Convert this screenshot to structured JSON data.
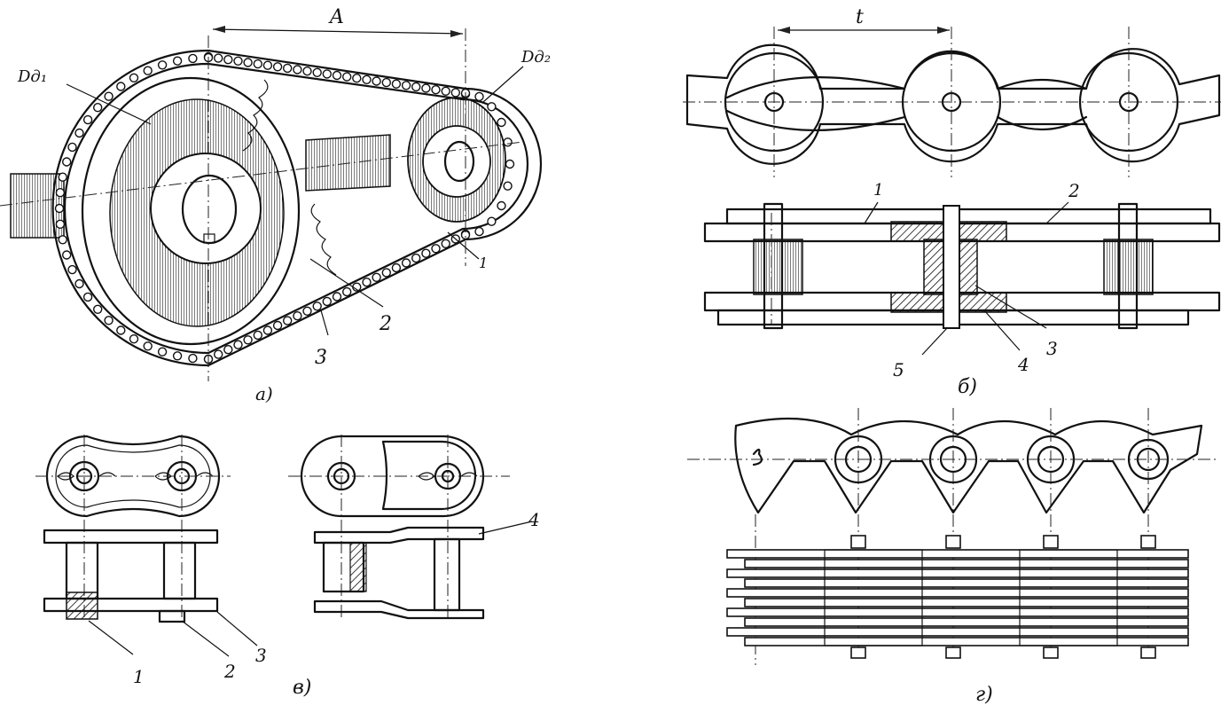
{
  "figures": {
    "a": {
      "caption": "а)",
      "dim_label": "A",
      "labels": {
        "d1": "Dд₁",
        "d2": "Dд₂",
        "n1": "1",
        "n2": "2",
        "n3": "3"
      }
    },
    "b": {
      "caption": "б)",
      "dim_label": "t",
      "labels": {
        "n1": "1",
        "n2": "2",
        "n3": "3",
        "n4": "4",
        "n5": "5"
      }
    },
    "v": {
      "caption": "в)",
      "labels": {
        "n1": "1",
        "n2": "2",
        "n3": "3",
        "n4": "4"
      }
    },
    "g": {
      "caption": "г)"
    }
  }
}
